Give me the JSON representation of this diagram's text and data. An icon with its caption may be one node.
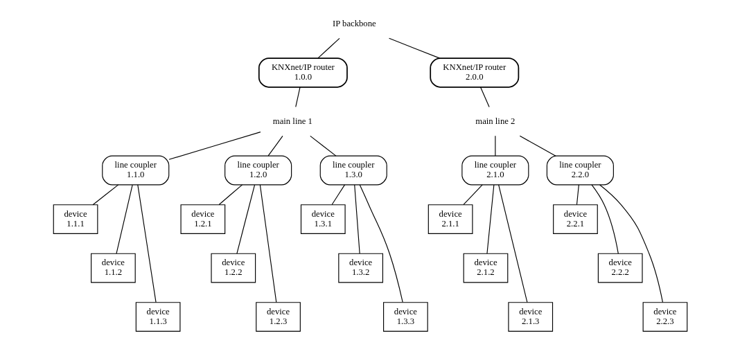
{
  "diagram": {
    "nodes": [
      {
        "text": [
          "IP backbone"
        ]
      },
      {
        "text": [
          "KNXnet/IP router 1.0.0"
        ]
      },
      {
        "text": [
          "main line 1"
        ]
      },
      {
        "text": [
          "KNXnet/IP router 2.0.0"
        ]
      },
      {
        "text": [
          "main line 2"
        ]
      },
      {
        "text": [
          "line coupler 1.1.0"
        ]
      },
      {
        "text": [
          "line coupler 1.2.0"
        ]
      },
      {
        "text": [
          "line coupler 1.3.0"
        ]
      },
      {
        "text": [
          "line coupler 2.1.0"
        ]
      },
      {
        "text": [
          "line coupler 2.2.0"
        ]
      },
      {
        "text": [
          "device 1.1.1"
        ]
      },
      {
        "text": [
          "device 1.1.2"
        ]
      },
      {
        "text": [
          "device 1.1.3"
        ]
      },
      {
        "text": [
          "device 1.2.1"
        ]
      },
      {
        "text": [
          "device 1.2.2"
        ]
      },
      {
        "text": [
          "device 1.2.3"
        ]
      },
      {
        "text": [
          "device 1.3.1"
        ]
      },
      {
        "text": [
          "device 1.3.2"
        ]
      },
      {
        "text": [
          "device 1.3.3"
        ]
      },
      {
        "text": [
          "device 2.1.1"
        ]
      },
      {
        "text": [
          "device 2.1.2"
        ]
      },
      {
        "text": [
          "device 2.1.3"
        ]
      },
      {
        "text": [
          "device 2.2.1"
        ]
      },
      {
        "text": [
          "device 2.2.2"
        ]
      },
      {
        "text": [
          "device 2.2.3"
        ]
      }
    ],
    "edges": [
      {
        "from": 0,
        "to": 1,
        "arrow": "none"
      },
      {
        "from": 0,
        "to": 3,
        "arrow": "none"
      },
      {
        "from": 1,
        "to": 2,
        "arrow": "none"
      },
      {
        "from": 3,
        "to": 4,
        "arrow": "none"
      },
      {
        "from": 2,
        "to": 5,
        "arrow": "none"
      },
      {
        "from": 2,
        "to": 6,
        "arrow": "none"
      },
      {
        "from": 2,
        "to": 7,
        "arrow": "none"
      },
      {
        "from": 4,
        "to": 8,
        "arrow": "none"
      },
      {
        "from": 4,
        "to": 9,
        "arrow": "none"
      },
      {
        "from": 5,
        "to": 10,
        "arrow": "none"
      },
      {
        "from": 5,
        "to": 11,
        "arrow": "none"
      },
      {
        "from": 5,
        "to": 12,
        "arrow": "none"
      },
      {
        "from": 6,
        "to": 13,
        "arrow": "none"
      },
      {
        "from": 6,
        "to": 14,
        "arrow": "none"
      },
      {
        "from": 6,
        "to": 15,
        "arrow": "none"
      },
      {
        "from": 7,
        "to": 16,
        "arrow": "none"
      },
      {
        "from": 7,
        "to": 17,
        "arrow": "none"
      },
      {
        "from": 7,
        "to": 18,
        "arrow": "none"
      },
      {
        "from": 8,
        "to": 19,
        "arrow": "none"
      },
      {
        "from": 8,
        "to": 20,
        "arrow": "none"
      },
      {
        "from": 8,
        "to": 21,
        "arrow": "none"
      },
      {
        "from": 9,
        "to": 22,
        "arrow": "none"
      },
      {
        "from": 9,
        "to": 23,
        "arrow": "none"
      },
      {
        "from": 9,
        "to": 24,
        "arrow": "none"
      }
    ]
  }
}
